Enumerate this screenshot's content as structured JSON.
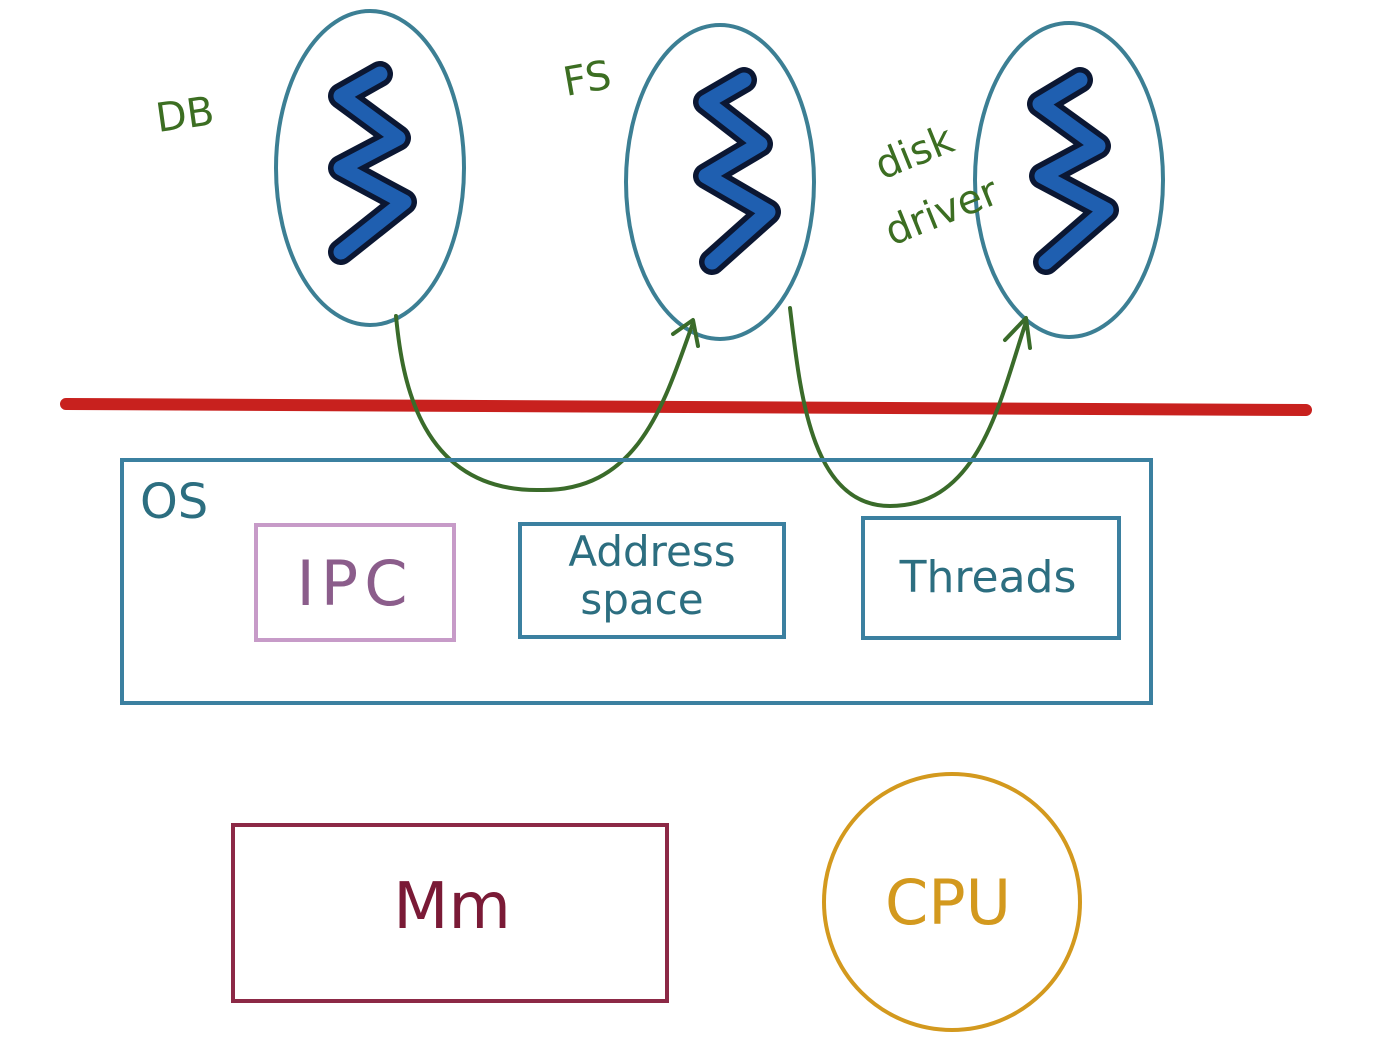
{
  "processes": [
    {
      "label": "DB"
    },
    {
      "label": "FS"
    },
    {
      "label_line1": "disk",
      "label_line2": "driver"
    }
  ],
  "os": {
    "label": "OS",
    "ipc_label": "IPC",
    "address_space_line1": "Address",
    "address_space_line2": "space",
    "threads_label": "Threads"
  },
  "hardware": {
    "memory_label": "Mm",
    "cpu_label": "CPU"
  },
  "colors": {
    "process_outline": "#3c7f94",
    "thread": "#1f5fb0",
    "thread_outline": "#0b1733",
    "label_green": "#3c6e22",
    "arrow_green": "#3a6b2a",
    "boundary_red": "#c8211e",
    "os_box": "#3b80a0",
    "ipc_box": "#c79bc8",
    "ipc_text": "#8b5d8b",
    "addr_text": "#2c6e80",
    "memory_box": "#8c2946",
    "memory_text": "#7a1a36",
    "cpu": "#d3991e"
  }
}
